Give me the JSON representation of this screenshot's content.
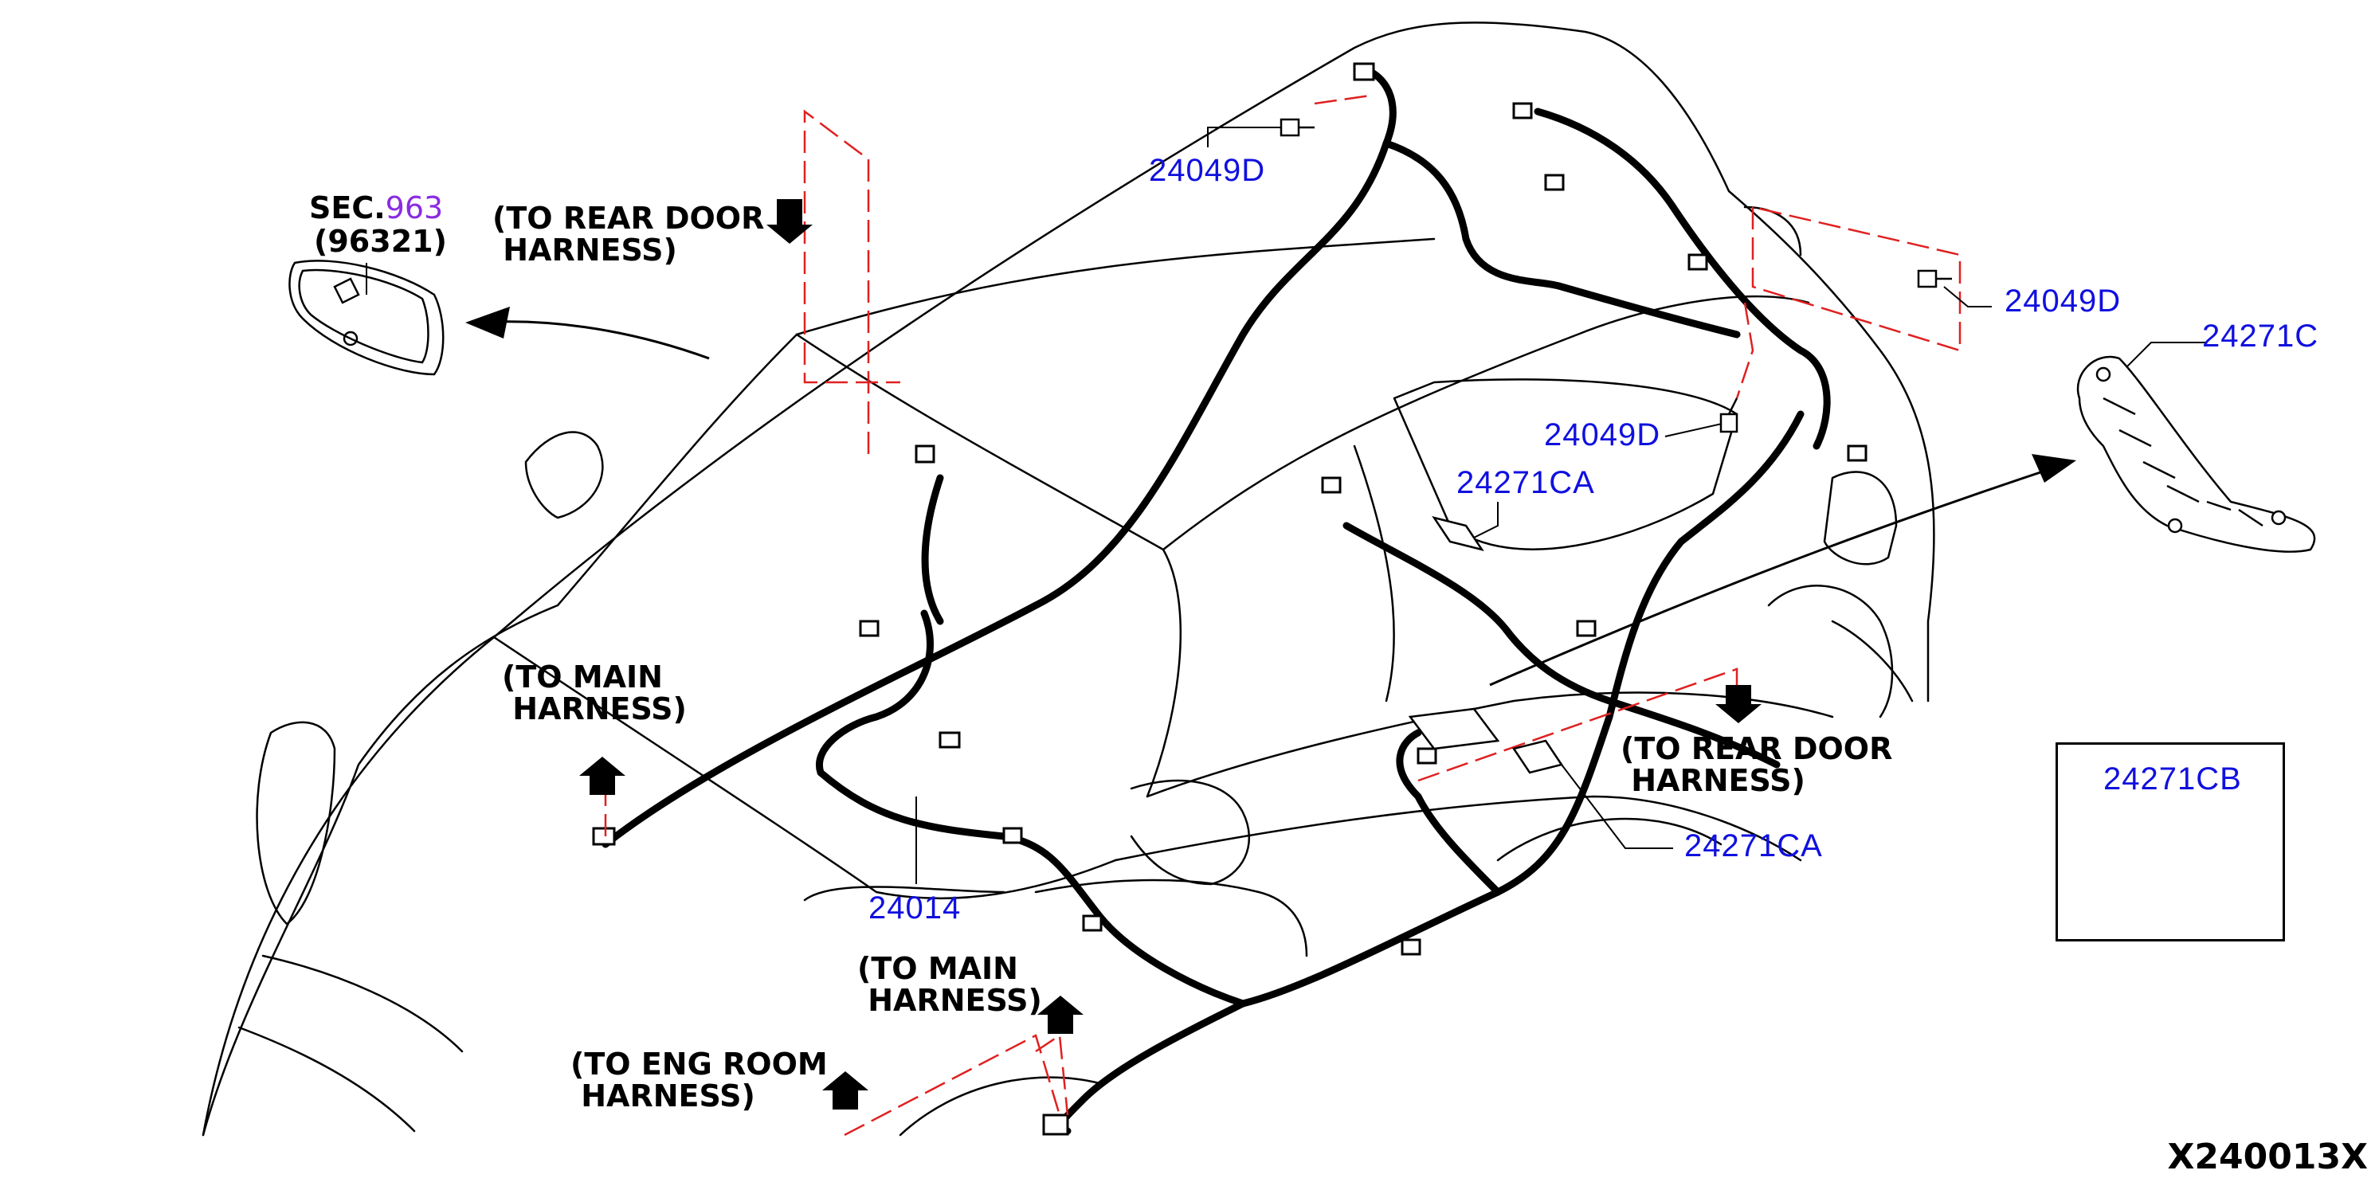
{
  "diagram_id": "X240013X",
  "section_ref": {
    "prefix": "SEC.",
    "number": "963",
    "part": "(96321)"
  },
  "notes": {
    "to_rear_door_top": "(TO REAR DOOR\n HARNESS)",
    "to_main_left": "(TO MAIN\n HARNESS)",
    "to_main_bottom": "(TO MAIN\n HARNESS)",
    "to_eng_room": "(TO ENG ROOM\n HARNESS)",
    "to_rear_door_right": "(TO REAR DOOR\n HARNESS)"
  },
  "callouts": {
    "bolt_top": "24049D",
    "bolt_right": "24049D",
    "bolt_mid": "24049D",
    "protector": "24271C",
    "tape_upper": "24271CA",
    "tape_lower": "24271CA",
    "harness": "24014",
    "inset_tape": "24271CB"
  },
  "colors": {
    "callout": "#1010e0",
    "leader_dash": "#e02020",
    "section_number": "#8a2be2",
    "line": "#000000"
  },
  "icons": [
    "rearview-mirror-icon",
    "bolt-icon",
    "harness-protector-icon",
    "tape-pad-icon",
    "up-arrow-icon",
    "down-arrow-icon"
  ]
}
